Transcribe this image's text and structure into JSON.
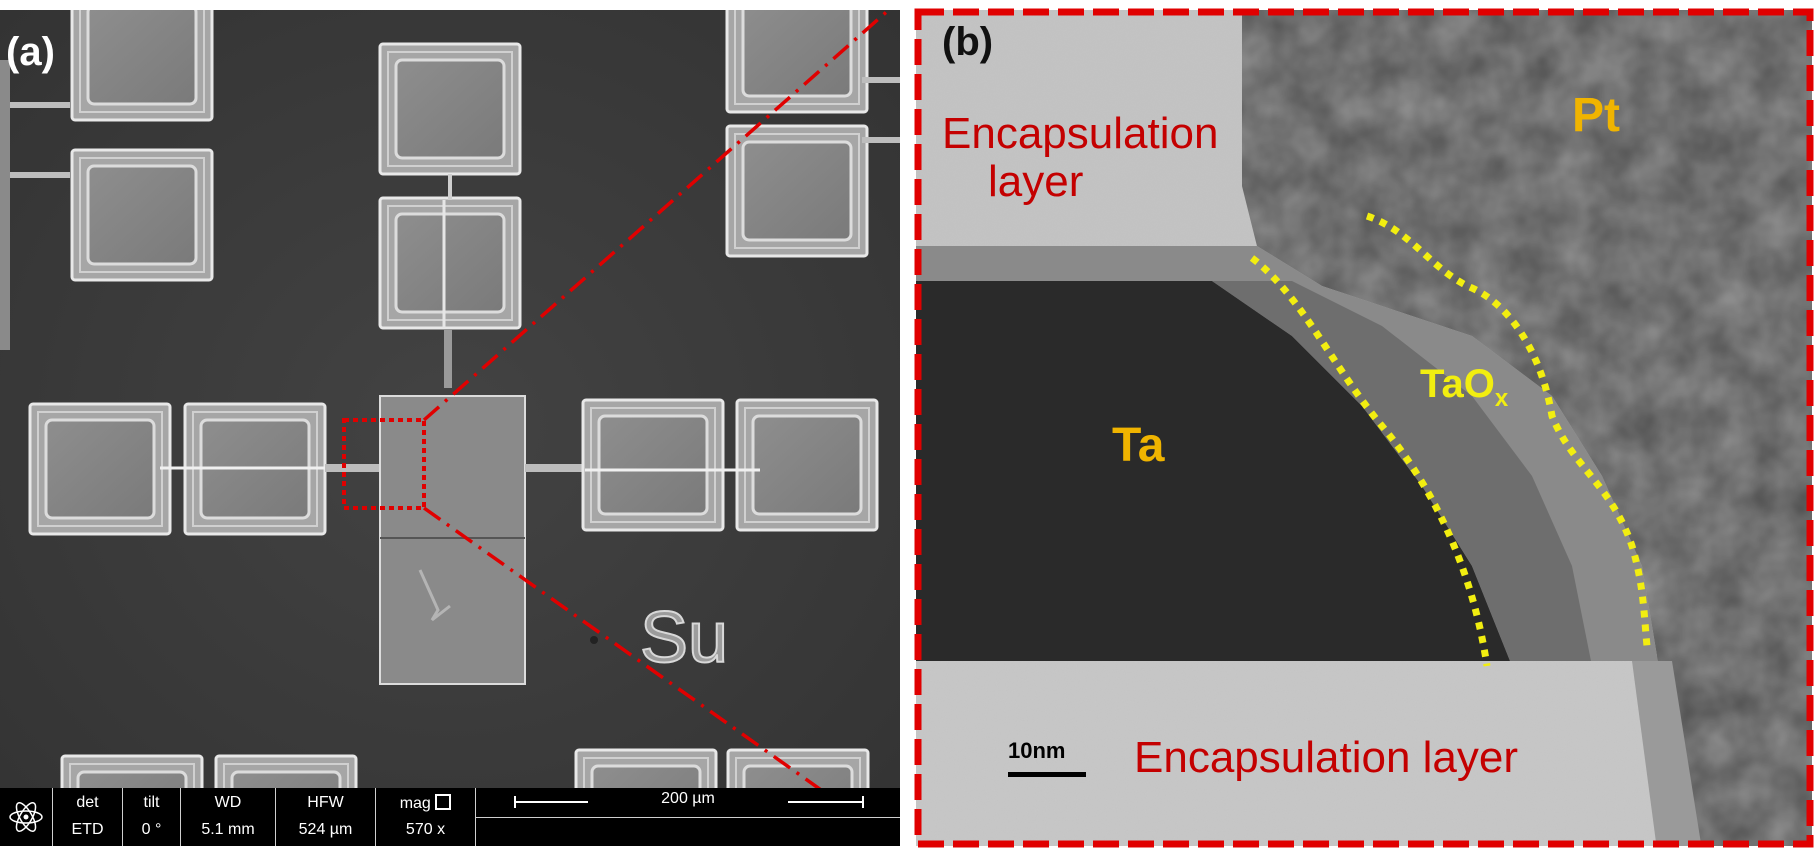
{
  "panel_a": {
    "label": "(a)",
    "chip_marking": "Su",
    "info_bar": {
      "det": {
        "key": "det",
        "value": "ETD"
      },
      "tilt": {
        "key": "tilt",
        "value": "0 °"
      },
      "wd": {
        "key": "WD",
        "value": "5.1 mm"
      },
      "hfw": {
        "key": "HFW",
        "value": "524 µm"
      },
      "mag": {
        "key": "mag",
        "value": "570 x"
      },
      "scale_bar": "200 µm"
    }
  },
  "panel_b": {
    "label": "(b)",
    "encapsulation_top": [
      "Encapsulation",
      "layer"
    ],
    "encapsulation_bottom": "Encapsulation layer",
    "pt": "Pt",
    "ta": "Ta",
    "taox_main": "TaO",
    "taox_sub": "x",
    "scale_bar": "10nm"
  },
  "colors": {
    "encapsulation_text": "#c40000",
    "metal_label": "#f0b400",
    "oxide_label_and_boundary": "#f2ee10",
    "zoom_frame": "#e00000"
  }
}
